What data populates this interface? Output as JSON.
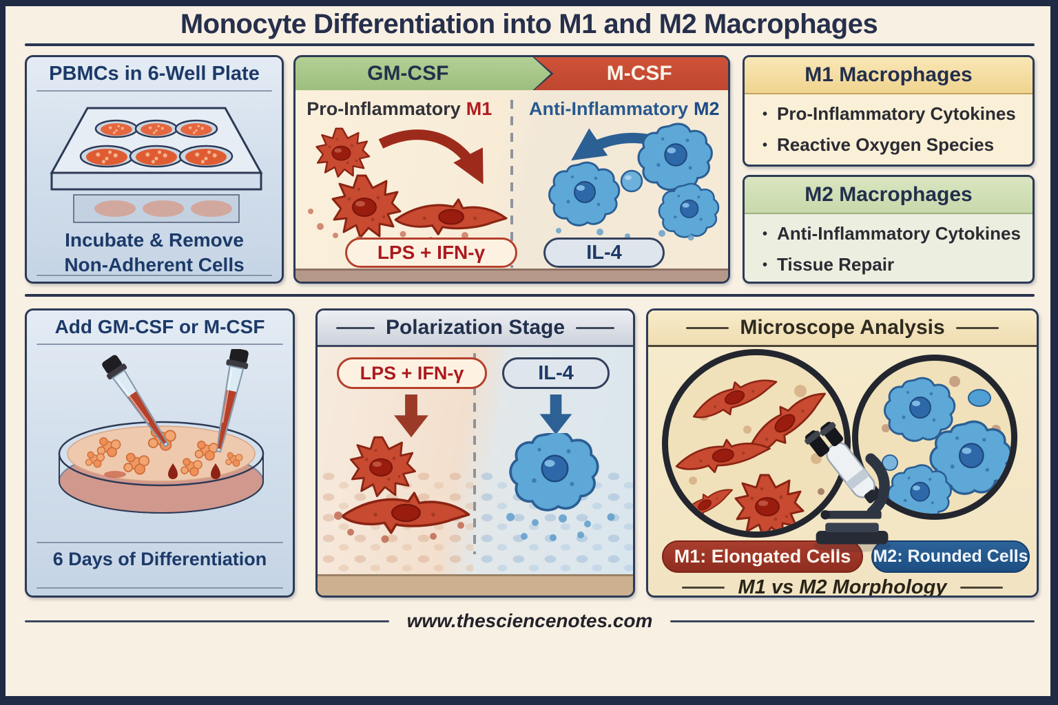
{
  "title": "Monocyte Differentiation into M1 and M2 Macrophages",
  "footer": "www.thesciencenotes.com",
  "colors": {
    "frame_navy": "#202a44",
    "canvas_cream": "#f8f0e3",
    "panel_blue": "#d3dfec",
    "green_header": "#a3c386",
    "red_header": "#c94b34",
    "m1_red": "#b01c20",
    "m2_blue": "#27598f",
    "gold_header": "#f3dca2",
    "sage_header": "#cfdfb5",
    "m1_badge_red": "#a23a2b",
    "m2_badge_blue": "#255d93"
  },
  "panels": {
    "pbmcs": {
      "header": "PBMCs in 6-Well Plate",
      "caption_line1": "Incubate & Remove",
      "caption_line2": "Non-Adherent Cells"
    },
    "csf": {
      "left_header": "GM-CSF",
      "right_header": "M-CSF",
      "left_label": "Pro-Inflammatory",
      "left_label_m": "M1",
      "right_label": "Anti-Inflammatory",
      "right_label_m": "M2",
      "left_badge": "LPS + IFN-γ",
      "right_badge": "IL-4"
    },
    "m1_card": {
      "header": "M1 Macrophages",
      "bullets": [
        "Pro-Inflammatory Cytokines",
        "Reactive Oxygen Species"
      ]
    },
    "m2_card": {
      "header": "M2 Macrophages",
      "bullets": [
        "Anti-Inflammatory Cytokines",
        "Tissue Repair"
      ]
    },
    "add_csf": {
      "header": "Add GM-CSF or M-CSF",
      "caption": "6 Days of Differentiation"
    },
    "polarization": {
      "header": "Polarization Stage",
      "left_badge": "LPS + IFN-γ",
      "right_badge": "IL-4"
    },
    "microscope": {
      "header": "Microscope Analysis",
      "left_badge": "M1: Elongated Cells",
      "right_badge": "M2: Rounded Cells",
      "caption": "M1 vs M2 Morphology"
    }
  }
}
